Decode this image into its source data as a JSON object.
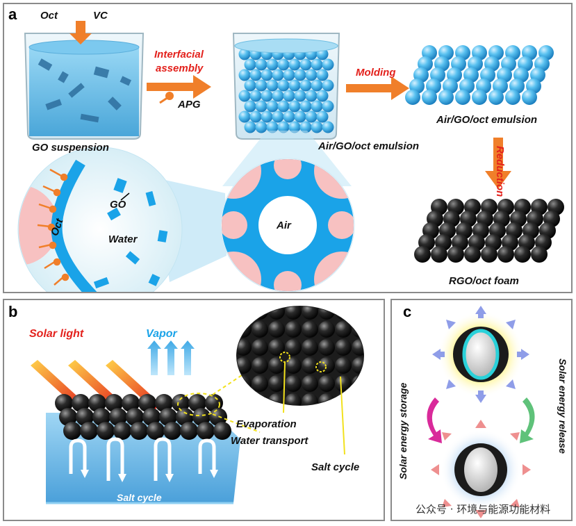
{
  "panel_a": {
    "label": "a",
    "oct": "Oct",
    "vc": "VC",
    "go_suspension": "GO suspension",
    "interfacial_line1": "Interfacial",
    "interfacial_line2": "assembly",
    "apg": "APG",
    "emulsion_beaker": "Air/GO/oct emulsion",
    "molding": "Molding",
    "emulsion_top": "Air/GO/oct emulsion",
    "reduction": "Reduction",
    "rgo_foam": "RGO/oct foam",
    "zoom_go": "GO",
    "zoom_oct": "Oct",
    "zoom_water": "Water",
    "zoom_air": "Air"
  },
  "panel_b": {
    "label": "b",
    "solar_light": "Solar light",
    "vapor": "Vapor",
    "evaporation": "Evaporation",
    "water_transport": "Water transport",
    "salt_cycle_right": "Salt cycle",
    "salt_cycle_bottom": "Salt cycle"
  },
  "panel_c": {
    "label": "c",
    "storage": "Solar energy storage",
    "release": "Solar energy release"
  },
  "watermark": "公众号 · 环境与能源功能材料",
  "colors": {
    "accent_red": "#e3211c",
    "arrow_orange": "#f07f2a",
    "sphere_blue": "#4db8ec",
    "sphere_black": "#222222",
    "pink": "#f7c1c1",
    "vapor_blue": "#1aa3e8"
  }
}
